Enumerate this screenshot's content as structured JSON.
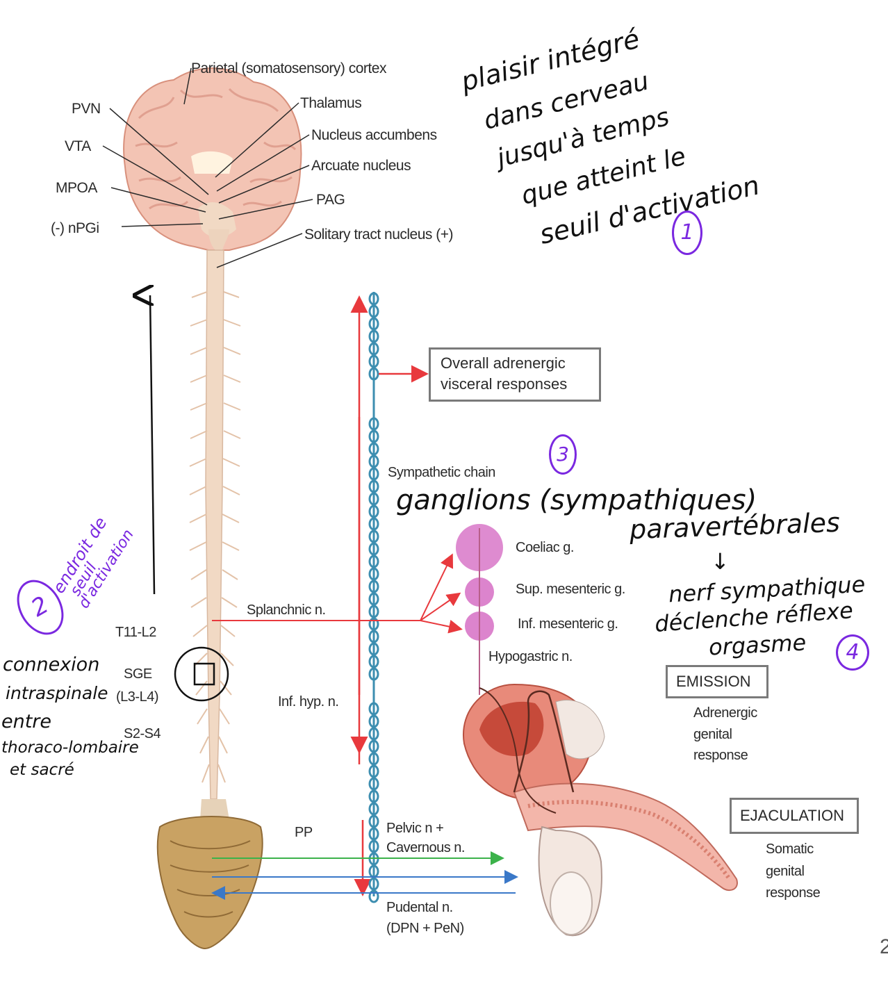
{
  "diagram": {
    "brain_labels": {
      "parietal": "Parietal (somatosensory) cortex",
      "pvn": "PVN",
      "vta": "VTA",
      "mpoa": "MPOA",
      "npgi": "(-) nPGi",
      "thalamus": "Thalamus",
      "nucleus_accumbens": "Nucleus accumbens",
      "arcuate": "Arcuate nucleus",
      "pag": "PAG",
      "solitary": "Solitary tract nucleus (+)"
    },
    "spine_labels": {
      "t11_l2": "T11-L2",
      "sge": "SGE",
      "l3_l4": "(L3-L4)",
      "s2_s4": "S2-S4",
      "pp": "PP"
    },
    "nerve_labels": {
      "splanchnic": "Splanchnic n.",
      "inf_hyp": "Inf. hyp. n.",
      "sympathetic_chain": "Sympathetic chain",
      "coeliac": "Coeliac g.",
      "sup_mesenteric": "Sup. mesenteric g.",
      "inf_mesenteric": "Inf. mesenteric g.",
      "hypogastric": "Hypogastric n.",
      "pelvic_line1": "Pelvic n +",
      "pelvic_line2": "Cavernous n.",
      "pudendal_line1": "Pudental n.",
      "pudendal_line2": "(DPN + PeN)"
    },
    "boxes": {
      "adrenergic_line1": "Overall adrenergic",
      "adrenergic_line2": "visceral responses",
      "emission": "EMISSION",
      "ejaculation": "EJACULATION"
    },
    "responses": {
      "adrenergic_1": "Adrenergic",
      "adrenergic_2": "genital",
      "adrenergic_3": "response",
      "somatic_1": "Somatic",
      "somatic_2": "genital",
      "somatic_3": "response"
    },
    "page_fragment": "2"
  },
  "annotations": {
    "note1_lines": [
      "plaisir intégré",
      "dans cerveau",
      "jusqu'à temps",
      "que atteint le",
      "seuil d'activation"
    ],
    "note1_number": "1",
    "note2_lines": [
      "endroit de",
      "seuil",
      "d'activation"
    ],
    "note2_number": "2",
    "note_connexion_lines": [
      "connexion",
      "intraspinale",
      "entre",
      "thoraco-lombaire",
      "et sacré"
    ],
    "note3_number": "3",
    "note3_line1": "ganglions (sympathiques)",
    "note3_line2": "paravertébrales",
    "note3_arrow": "↓",
    "note4_line1": "nerf sympathique",
    "note4_line2": "déclenche réflexe",
    "note4_line3": "orgasme",
    "note4_number": "4"
  },
  "colors": {
    "brain": "#f3c4b4",
    "spine": "#f1d9c4",
    "red_arrow": "#e8393d",
    "chain": "#3d8eb0",
    "ganglion": "#d66ec4",
    "green_arrow": "#3bb24a",
    "blue_arrow": "#3a78c8",
    "annotation_purple": "#7a28e0"
  }
}
